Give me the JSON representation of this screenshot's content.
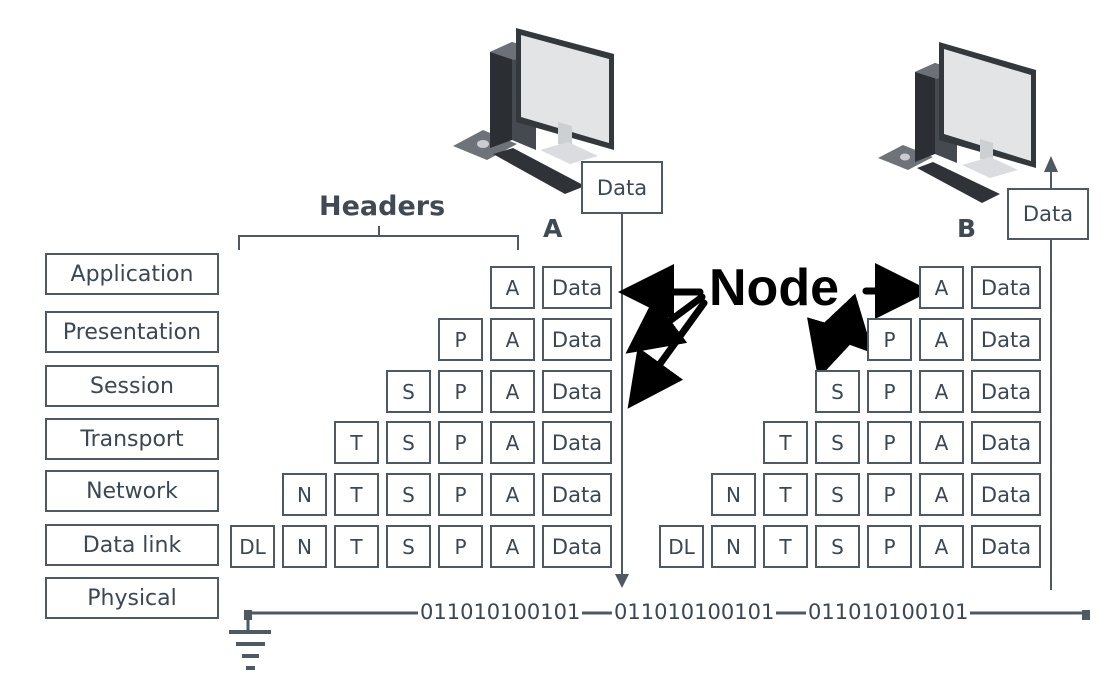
{
  "layers": [
    "Application",
    "Presentation",
    "Session",
    "Transport",
    "Network",
    "Data link",
    "Physical"
  ],
  "headers_label": "Headers",
  "node_label": "Node",
  "host_a": {
    "label": "A",
    "data_box": "Data"
  },
  "host_b": {
    "label": "B",
    "data_box": "Data"
  },
  "stack_rows": [
    [
      "A",
      "Data"
    ],
    [
      "P",
      "A",
      "Data"
    ],
    [
      "S",
      "P",
      "A",
      "Data"
    ],
    [
      "T",
      "S",
      "P",
      "A",
      "Data"
    ],
    [
      "N",
      "T",
      "S",
      "P",
      "A",
      "Data"
    ],
    [
      "DL",
      "N",
      "T",
      "S",
      "P",
      "A",
      "Data"
    ]
  ],
  "bitstreams": [
    "011010100101",
    "011010100101",
    "011010100101"
  ],
  "icons": [
    "desktop-computer-icon",
    "ground-icon",
    "arrow-icon"
  ],
  "colors": {
    "line": "#4e5964",
    "text": "#3b4753",
    "arrow": "#000000"
  }
}
